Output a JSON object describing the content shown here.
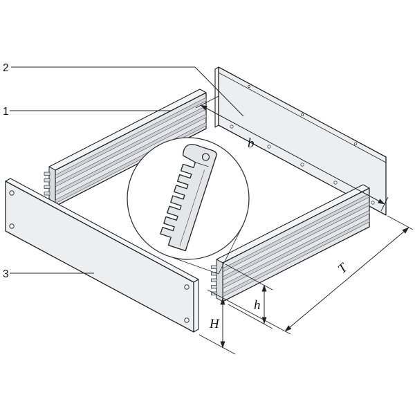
{
  "figure": {
    "part_labels": {
      "rail": "1",
      "rear_panel": "2",
      "front_panel": "3"
    },
    "dimension_labels": {
      "width": "b",
      "depth": "T",
      "rail_height": "h",
      "front_panel_height": "H"
    },
    "colors": {
      "line": "#222222",
      "panel_fill": "#eceef0",
      "rail_fill": "#e4e6e9",
      "groove_fill": "#cfd2d6",
      "background": "#ffffff"
    }
  }
}
